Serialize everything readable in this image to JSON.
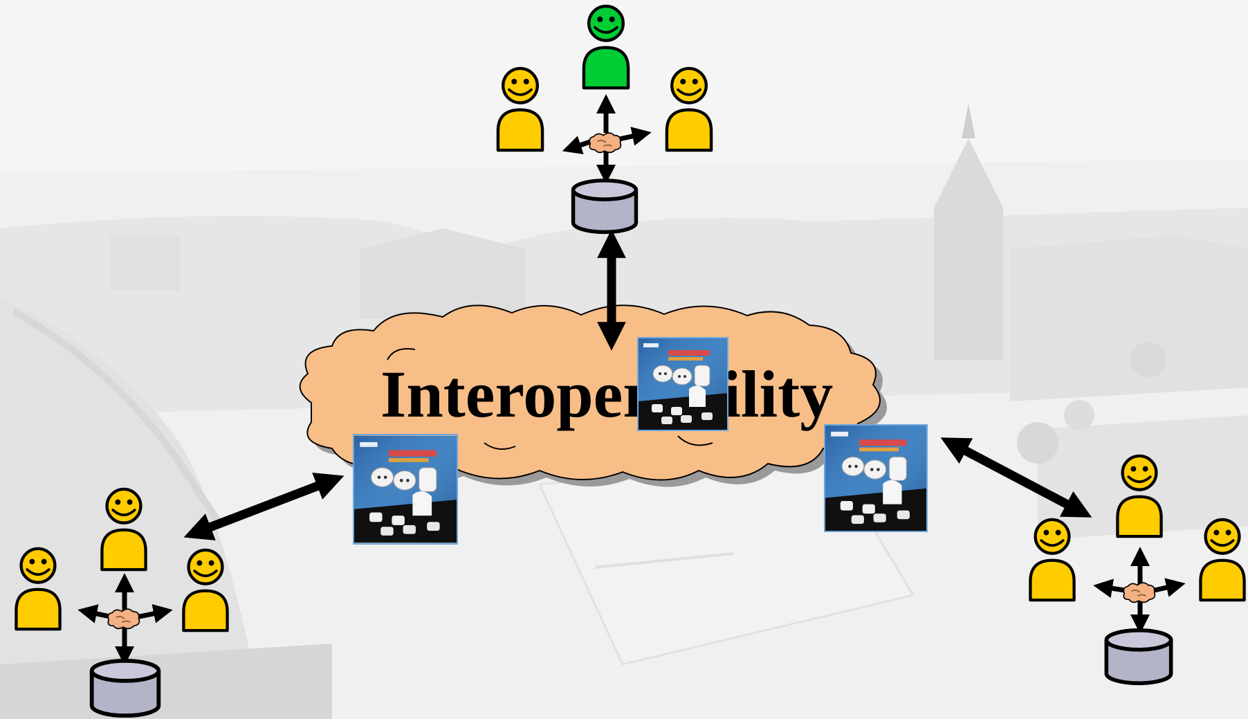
{
  "diagram": {
    "center_label": "Interoperability"
  },
  "colors": {
    "person_fill": "#FFCC00",
    "person_highlight_fill": "#00CC33",
    "person_stroke": "#000000",
    "cloud_fill": "#F8BE88",
    "cloud_shadow": "#9a9a9a",
    "database_fill": "#B4B4C8",
    "arrow_color": "#000000",
    "handshake_fill": "#F4B183",
    "product_box_fill": "#4A86C0",
    "background_tint": "#E6E6E6"
  },
  "icons": {
    "person": "smiley-person-icon",
    "database": "database-cylinder-icon",
    "handshake": "handshake-icon",
    "arrow": "double-headed-arrow",
    "product": "adapter-product-box-image",
    "background": "city-aerial-photo"
  },
  "groups": [
    {
      "id": "top",
      "highlight": "green"
    },
    {
      "id": "left",
      "highlight": "none"
    },
    {
      "id": "right",
      "highlight": "none"
    }
  ]
}
